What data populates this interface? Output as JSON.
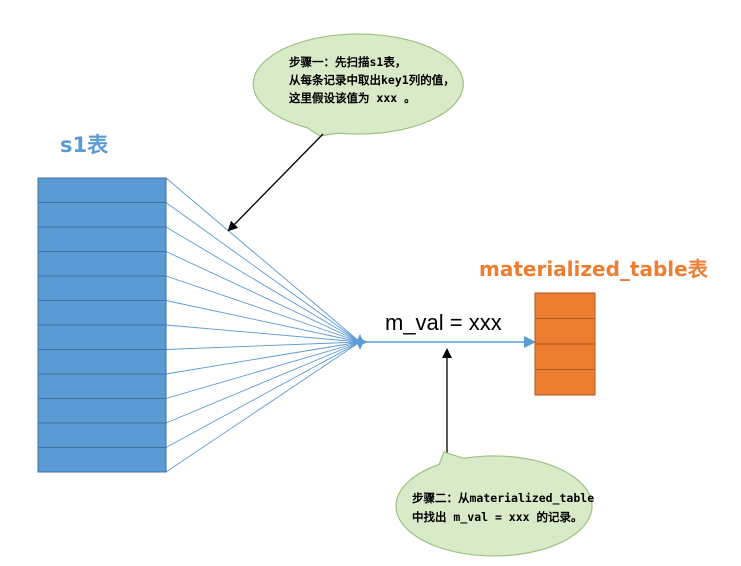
{
  "colors": {
    "s1_fill": "#5B9BD5",
    "s1_stroke": "#41719C",
    "mat_fill": "#ED7D31",
    "mat_stroke": "#AE5A21",
    "callout_fill": "#D9EAC9",
    "callout_stroke": "#9DC383",
    "fan_line": "#5B9BD5"
  },
  "s1_table": {
    "title": "s1表",
    "row_count": 12
  },
  "materialized_table": {
    "title": "materialized_table表",
    "row_count": 4
  },
  "m_val_label": "m_val = xxx",
  "callout_step1": {
    "lines": [
      "步骤一：先扫描s1表，",
      "从每条记录中取出key1列的值，",
      "这里假设该值为 xxx 。"
    ]
  },
  "callout_step2": {
    "lines": [
      "步骤二：从materialized_table",
      "中找出 m_val = xxx 的记录。"
    ]
  }
}
